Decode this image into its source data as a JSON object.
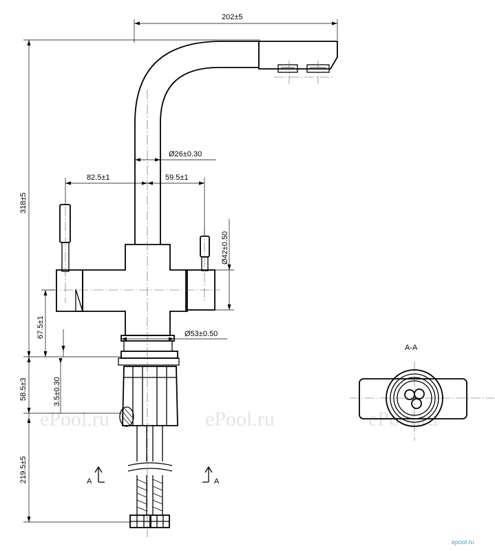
{
  "dimensions": {
    "spout_reach": "202±5",
    "height_total": "318±5",
    "tube_diameter": "Ø26±0.30",
    "left_handle_offset": "82.5±1",
    "right_handle_offset": "59.5±1",
    "body_diameter": "Ø42±0.50",
    "base_diameter": "Ø53±0.50",
    "handle_height": "67.5±1",
    "shank_length": "58.5±3",
    "thread_step": "3.5±0.30",
    "hose_length": "219.5±5"
  },
  "section": {
    "title": "A-A",
    "marker_left": "A",
    "marker_right": "A"
  },
  "watermarks": [
    "ePool.ru",
    "ePool.ru",
    "ePool.ru"
  ],
  "logo": "epool.ru"
}
